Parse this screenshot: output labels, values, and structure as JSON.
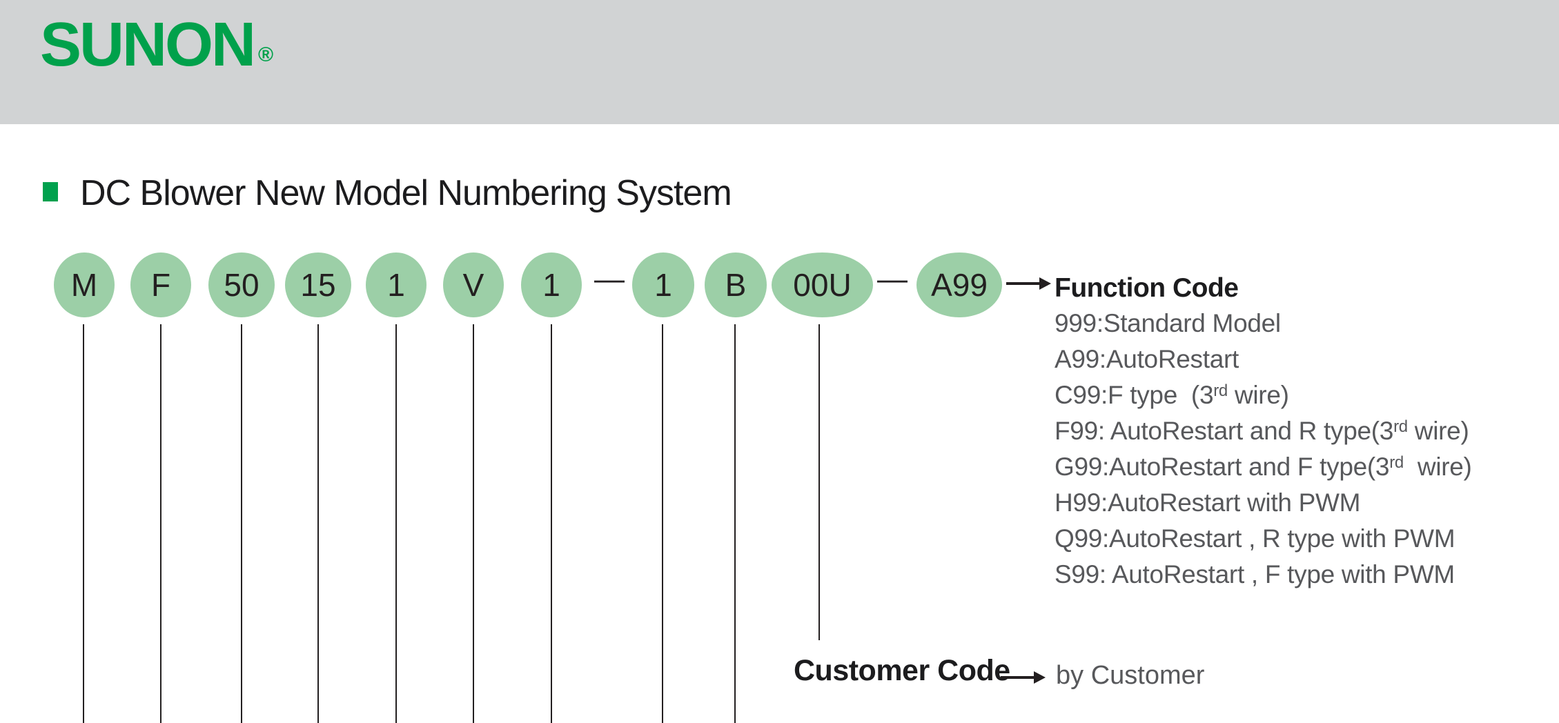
{
  "brand": {
    "logo_text": "SUNON",
    "registered_mark": "®"
  },
  "section": {
    "title": "DC Blower New Model Numbering System"
  },
  "model_code": {
    "segments": [
      "M",
      "F",
      "50",
      "15",
      "1",
      "V",
      "1",
      "1",
      "B",
      "00U",
      "A99"
    ],
    "separators": [
      "—",
      "—"
    ]
  },
  "function_code": {
    "heading": "Function Code",
    "items": [
      {
        "pre": "999:Standard Model",
        "sup": "",
        "post": ""
      },
      {
        "pre": "A99:AutoRestart",
        "sup": "",
        "post": ""
      },
      {
        "pre": "C99:F type  (3",
        "sup": "rd",
        "post": " wire)"
      },
      {
        "pre": "F99: AutoRestart and R type(3",
        "sup": "rd",
        "post": " wire)"
      },
      {
        "pre": "G99:AutoRestart and F type(3",
        "sup": "rd",
        "post": "  wire)"
      },
      {
        "pre": "H99:AutoRestart with PWM",
        "sup": "",
        "post": ""
      },
      {
        "pre": "Q99:AutoRestart , R type with PWM",
        "sup": "",
        "post": ""
      },
      {
        "pre": "S99: AutoRestart , F type with PWM",
        "sup": "",
        "post": ""
      }
    ]
  },
  "customer_code": {
    "heading": "Customer Code",
    "value": "by Customer"
  },
  "colors": {
    "brand_green": "#00a14b",
    "ellipse_green": "#9ccfa7",
    "header_gray": "#d1d3d4",
    "text_dark": "#231f20",
    "text_gray": "#57585b"
  }
}
